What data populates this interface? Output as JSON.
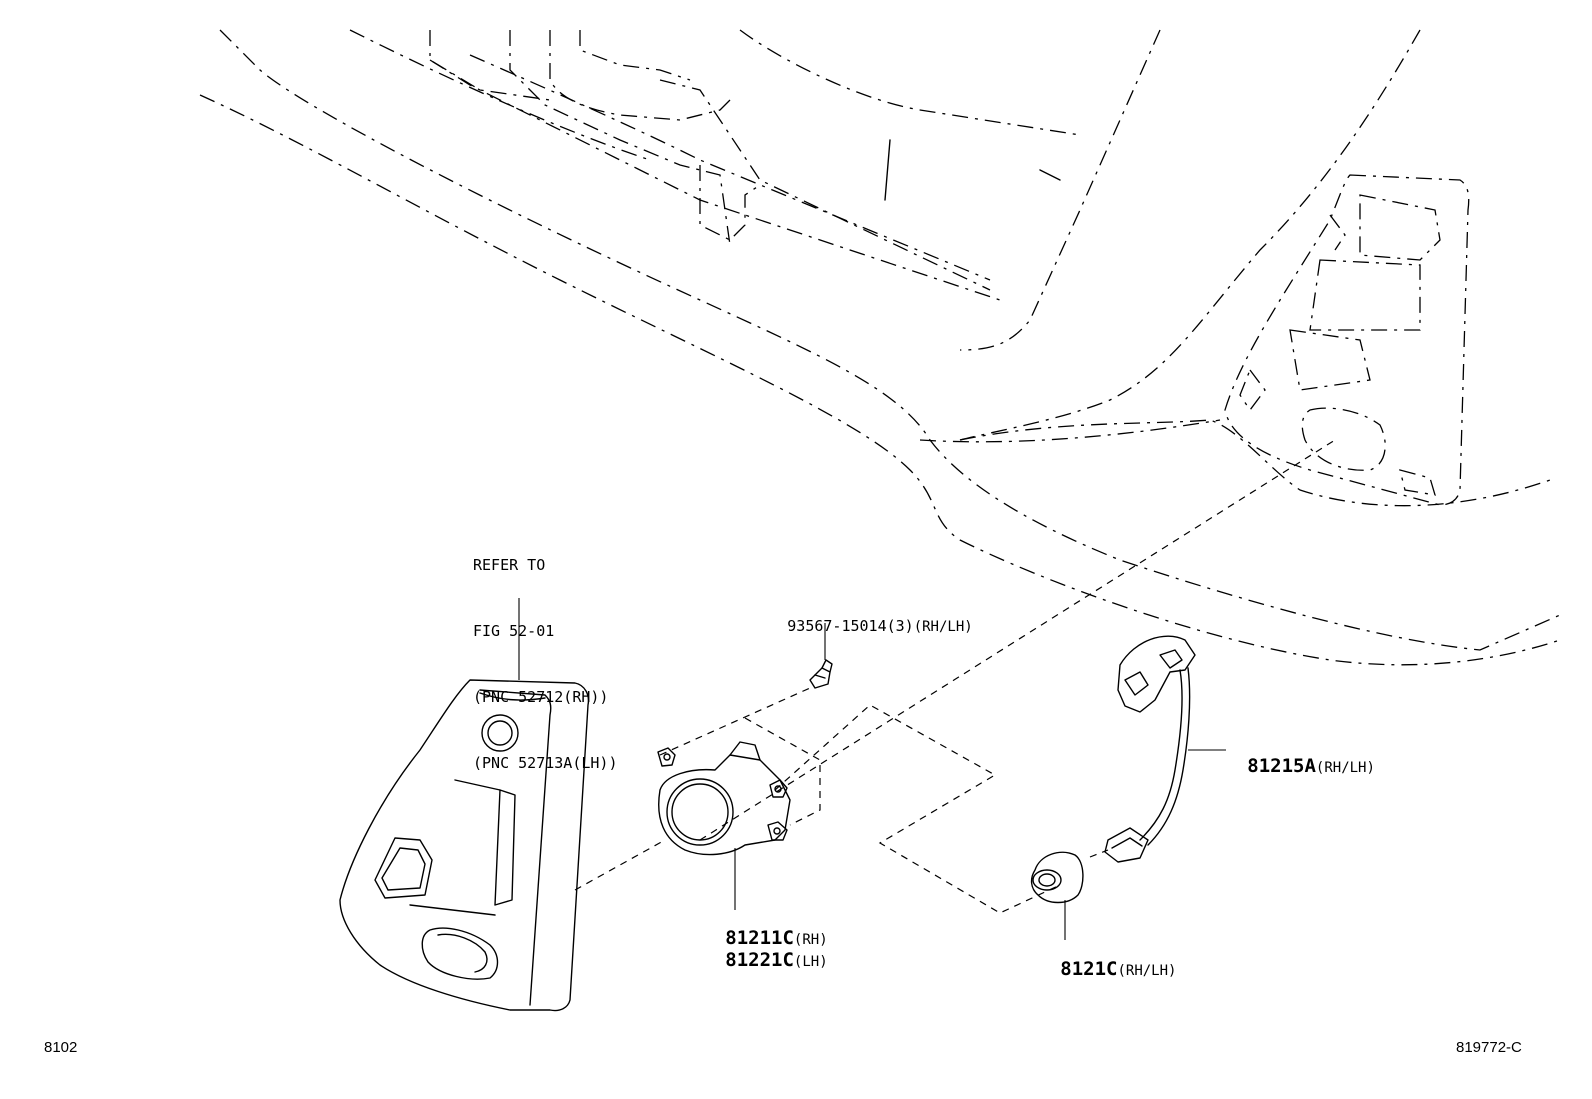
{
  "note": {
    "lines": [
      "REFER TO",
      "FIG 52-01",
      "(PNC 52712(RH))",
      "(PNC 52713A(LH))"
    ]
  },
  "parts": {
    "screw": {
      "number": "93567-15014(3)",
      "suffix": "(RH/LH)"
    },
    "socket_wire": {
      "number": "81215A",
      "suffix": "(RH/LH)"
    },
    "lamp_rh": {
      "number": "81211C",
      "suffix": "(RH)"
    },
    "lamp_lh": {
      "number": "81221C",
      "suffix": "(LH)"
    },
    "bulb_socket": {
      "number": "8121C",
      "suffix": "(RH/LH)"
    }
  },
  "footer": {
    "left_code": "8102",
    "right_code": "819772-C"
  }
}
